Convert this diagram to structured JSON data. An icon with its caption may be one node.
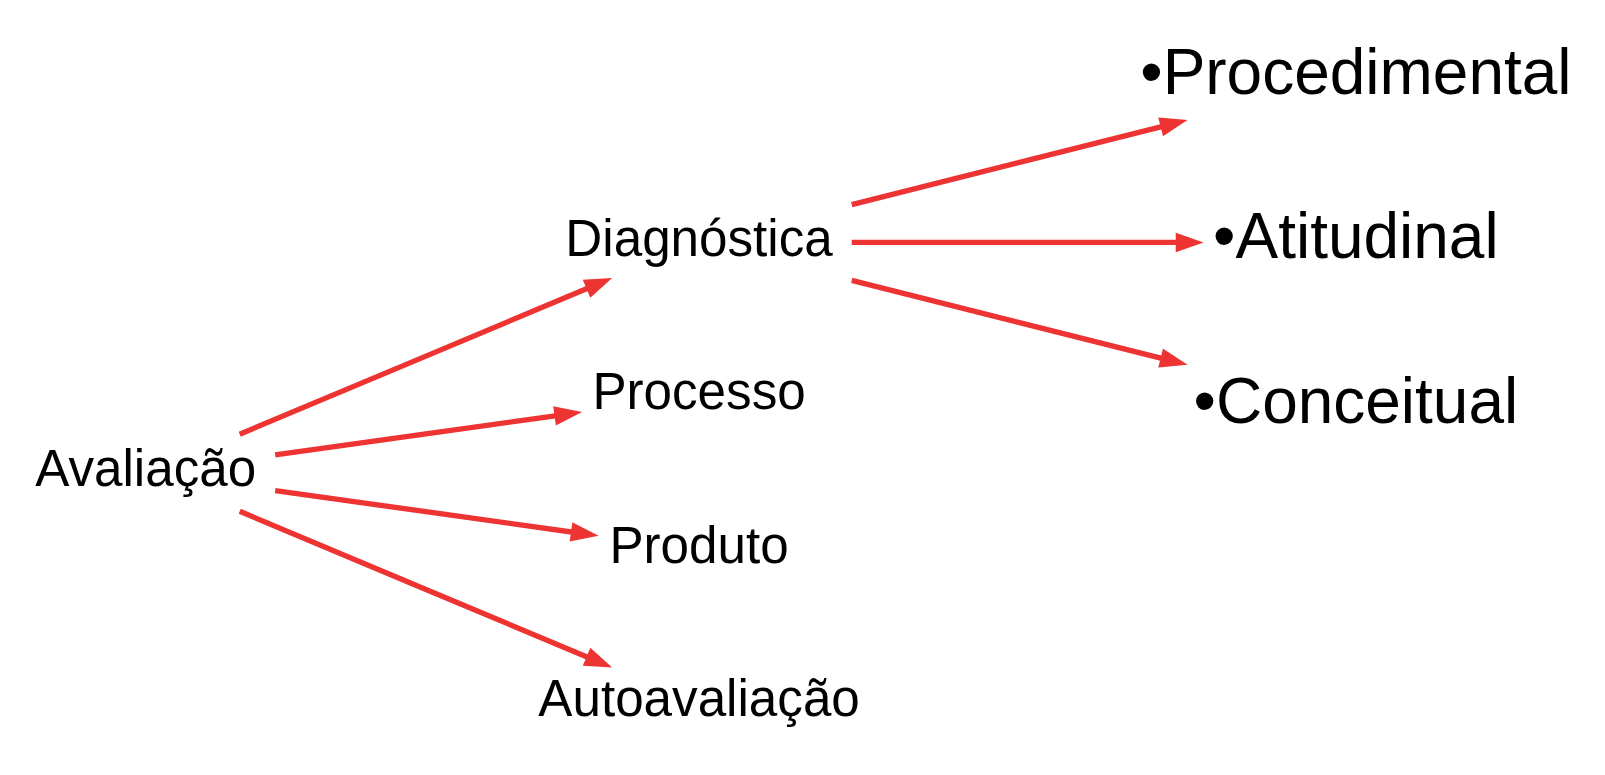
{
  "diagram": {
    "nodes": [
      {
        "text": [
          "Avaliação"
        ]
      },
      {
        "text": [
          "Diagnóstica"
        ]
      },
      {
        "text": [
          "Processo"
        ]
      },
      {
        "text": [
          "Produto"
        ]
      },
      {
        "text": [
          "Autoavaliação"
        ]
      },
      {
        "text": [
          "•Procedimental"
        ]
      },
      {
        "text": [
          "•Atitudinal"
        ]
      },
      {
        "text": [
          "•Conceitual"
        ]
      }
    ],
    "edges": [
      {
        "from": 0,
        "to": 1,
        "arrow": "to"
      },
      {
        "from": 0,
        "to": 2,
        "arrow": "to"
      },
      {
        "from": 0,
        "to": 3,
        "arrow": "to"
      },
      {
        "from": 0,
        "to": 4,
        "arrow": "to"
      },
      {
        "from": 1,
        "to": 5,
        "arrow": "to"
      },
      {
        "from": 1,
        "to": 6,
        "arrow": "to"
      },
      {
        "from": 1,
        "to": 7,
        "arrow": "to"
      }
    ]
  }
}
